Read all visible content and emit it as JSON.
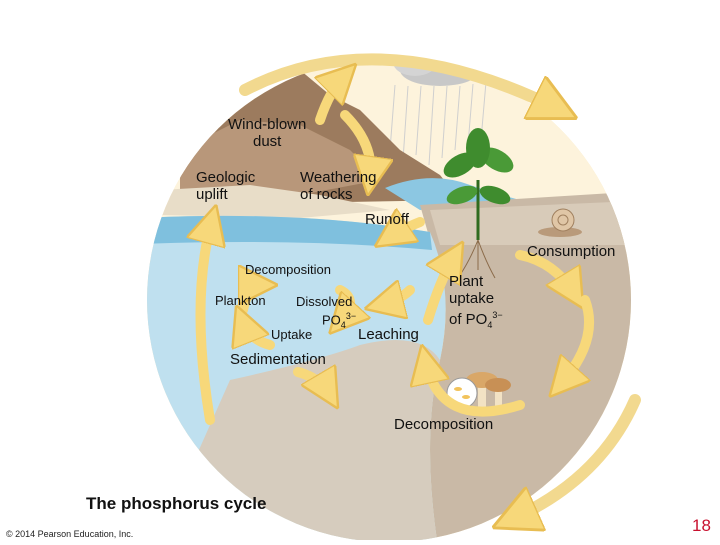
{
  "labels": {
    "wind_blown_dust_1": "Wind-blown",
    "wind_blown_dust_2": "dust",
    "geologic_uplift_1": "Geologic",
    "geologic_uplift_2": "uplift",
    "weathering_1": "Weathering",
    "weathering_2": "of rocks",
    "runoff": "Runoff",
    "consumption": "Consumption",
    "decomposition_water": "Decomposition",
    "plankton": "Plankton",
    "dissolved_1": "Dissolved",
    "dissolved_po": "PO",
    "dissolved_sub": "4",
    "dissolved_sup": "3−",
    "uptake": "Uptake",
    "leaching": "Leaching",
    "plant_uptake_1": "Plant",
    "plant_uptake_2": "uptake",
    "plant_uptake_3": "of PO",
    "plant_uptake_sub": "4",
    "plant_uptake_sup": "3−",
    "sedimentation": "Sedimentation",
    "decomposition_soil": "Decomposition"
  },
  "title": "The phosphorus cycle",
  "copyright": "© 2014 Pearson Education, Inc.",
  "page_number": "18",
  "colors": {
    "outer_ring": "#f6e4b5",
    "arrow": "#f7d87a",
    "arrow_edge": "#e8bd52",
    "water": "#7fc0de",
    "water_deep": "#bfe0ef",
    "soil": "#c9b9a6",
    "rock": "#9c7b5e",
    "leaf": "#3f8c2e",
    "cloud": "#c8c8c8",
    "page_number": "#c8102e"
  }
}
